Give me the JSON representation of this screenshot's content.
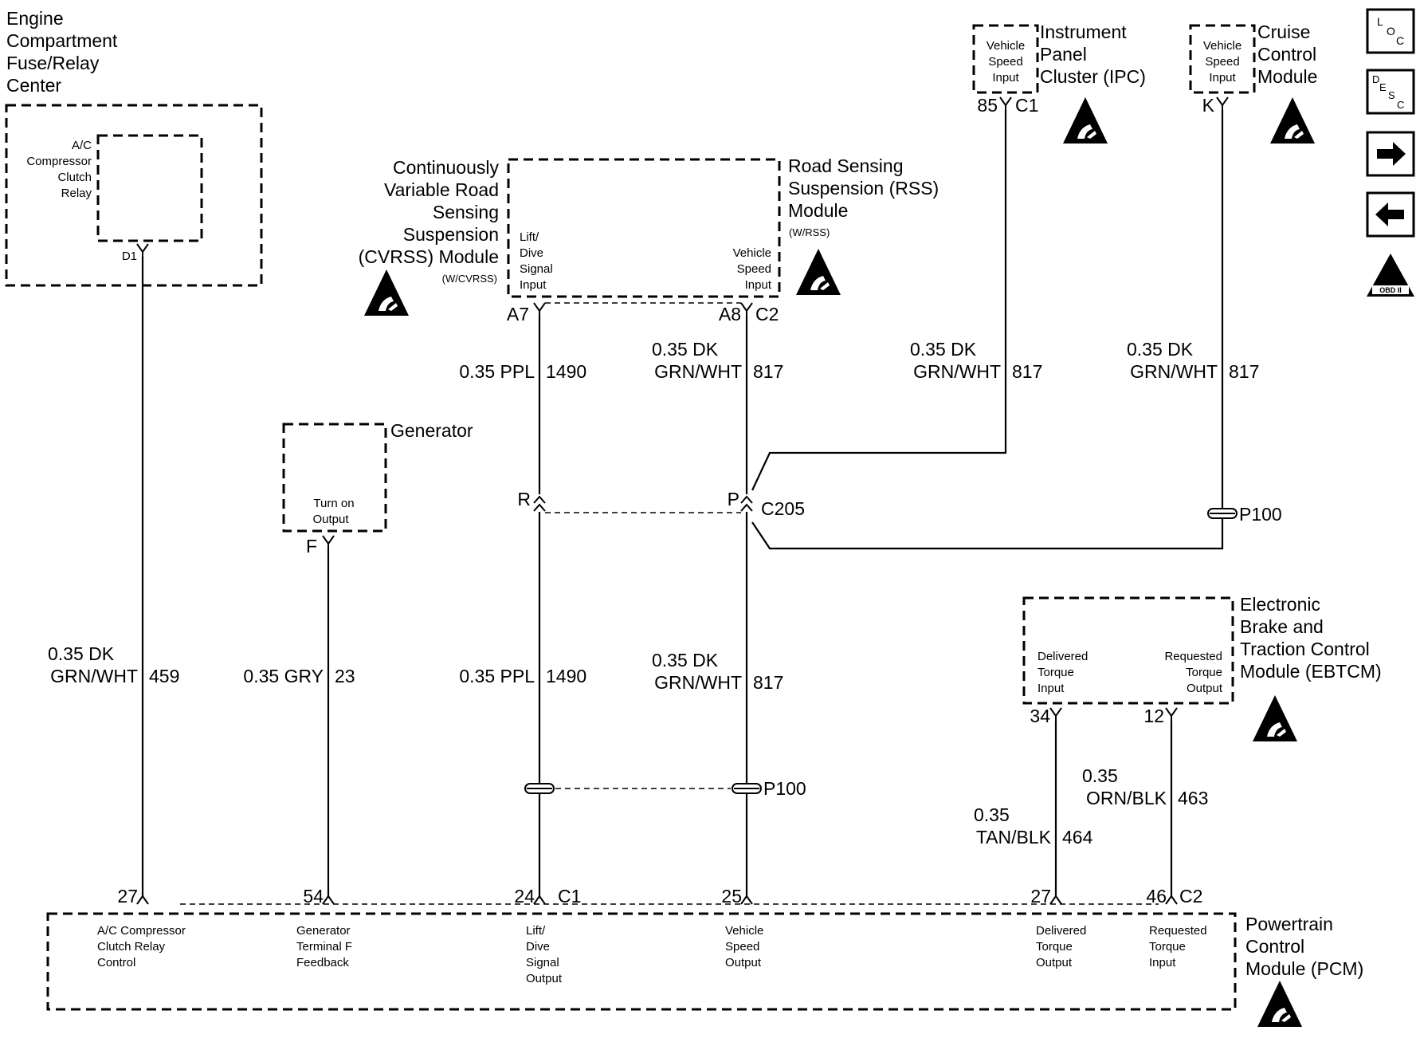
{
  "components": {
    "fuse_center": {
      "title": [
        "Engine",
        "Compartment",
        "Fuse/Relay",
        "Center"
      ],
      "relay_label": [
        "A/C",
        "Compressor",
        "Clutch",
        "Relay"
      ],
      "pin": "D1"
    },
    "cvrss": {
      "title": [
        "Continuously",
        "Variable Road",
        "Sensing",
        "Suspension",
        "(CVRSS) Module"
      ],
      "note": "(W/CVRSS)",
      "pin_left_label": [
        "Lift/",
        "Dive",
        "Signal",
        "Input"
      ],
      "pin_right_label": [
        "Vehicle",
        "Speed",
        "Input"
      ],
      "pin_left": "A7",
      "pin_right": "A8",
      "connector": "C2"
    },
    "rss": {
      "title": [
        "Road Sensing",
        "Suspension (RSS)",
        "Module"
      ],
      "note": "(W/RSS)"
    },
    "ipc": {
      "title": [
        "Instrument",
        "Panel",
        "Cluster (IPC)"
      ],
      "pin_label": [
        "Vehicle",
        "Speed",
        "Input"
      ],
      "pin": "85",
      "connector": "C1"
    },
    "cruise": {
      "title": [
        "Cruise",
        "Control",
        "Module"
      ],
      "pin_label": [
        "Vehicle",
        "Speed",
        "Input"
      ],
      "pin": "K"
    },
    "generator": {
      "title": "Generator",
      "pin_label": [
        "Turn on",
        "Output"
      ],
      "pin": "F"
    },
    "ebtcm": {
      "title": [
        "Electronic",
        "Brake and",
        "Traction Control",
        "Module (EBTCM)"
      ],
      "pin_left_label": [
        "Delivered",
        "Torque",
        "Input"
      ],
      "pin_right_label": [
        "Requested",
        "Torque",
        "Output"
      ],
      "pin_left": "34",
      "pin_right": "12"
    },
    "pcm": {
      "title": [
        "Powertrain",
        "Control",
        "Module (PCM)"
      ],
      "pins": [
        {
          "num": "27",
          "label": [
            "A/C Compressor",
            "Clutch Relay",
            "Control"
          ]
        },
        {
          "num": "54",
          "label": [
            "Generator",
            "Terminal F",
            "Feedback"
          ]
        },
        {
          "num": "24",
          "label": [
            "Lift/",
            "Dive",
            "Signal",
            "Output"
          ]
        },
        {
          "num": "25",
          "label": [
            "Vehicle",
            "Speed",
            "Output"
          ]
        },
        {
          "num": "27",
          "label": [
            "Delivered",
            "Torque",
            "Output"
          ]
        },
        {
          "num": "46",
          "label": [
            "Requested",
            "Torque",
            "Input"
          ]
        }
      ],
      "connector_c1": "C1",
      "connector_c2": "C2"
    }
  },
  "wires": {
    "w459": {
      "size": "0.35 DK",
      "color": "GRN/WHT",
      "circuit": "459"
    },
    "w23": {
      "size": "0.35",
      "color": "GRY",
      "circuit": "23"
    },
    "w1490_top": {
      "size": "0.35",
      "color": "PPL",
      "circuit": "1490"
    },
    "w1490_bot": {
      "size": "0.35",
      "color": "PPL",
      "circuit": "1490"
    },
    "w817_a": {
      "size": "0.35 DK",
      "color": "GRN/WHT",
      "circuit": "817"
    },
    "w817_b": {
      "size": "0.35 DK",
      "color": "GRN/WHT",
      "circuit": "817"
    },
    "w817_c": {
      "size": "0.35 DK",
      "color": "GRN/WHT",
      "circuit": "817"
    },
    "w817_d": {
      "size": "0.35 DK",
      "color": "GRN/WHT",
      "circuit": "817"
    },
    "w464": {
      "size": "0.35",
      "color": "TAN/BLK",
      "circuit": "464"
    },
    "w463": {
      "size": "0.35",
      "color": "ORN/BLK",
      "circuit": "463"
    }
  },
  "connectors": {
    "c205": "C205",
    "c205_pin_r": "R",
    "c205_pin_p": "P",
    "p100": "P100"
  },
  "nav": {
    "loc": [
      "L",
      "O",
      "C"
    ],
    "desc": [
      "D",
      "E",
      "S",
      "C"
    ],
    "obd": "OBD II"
  }
}
